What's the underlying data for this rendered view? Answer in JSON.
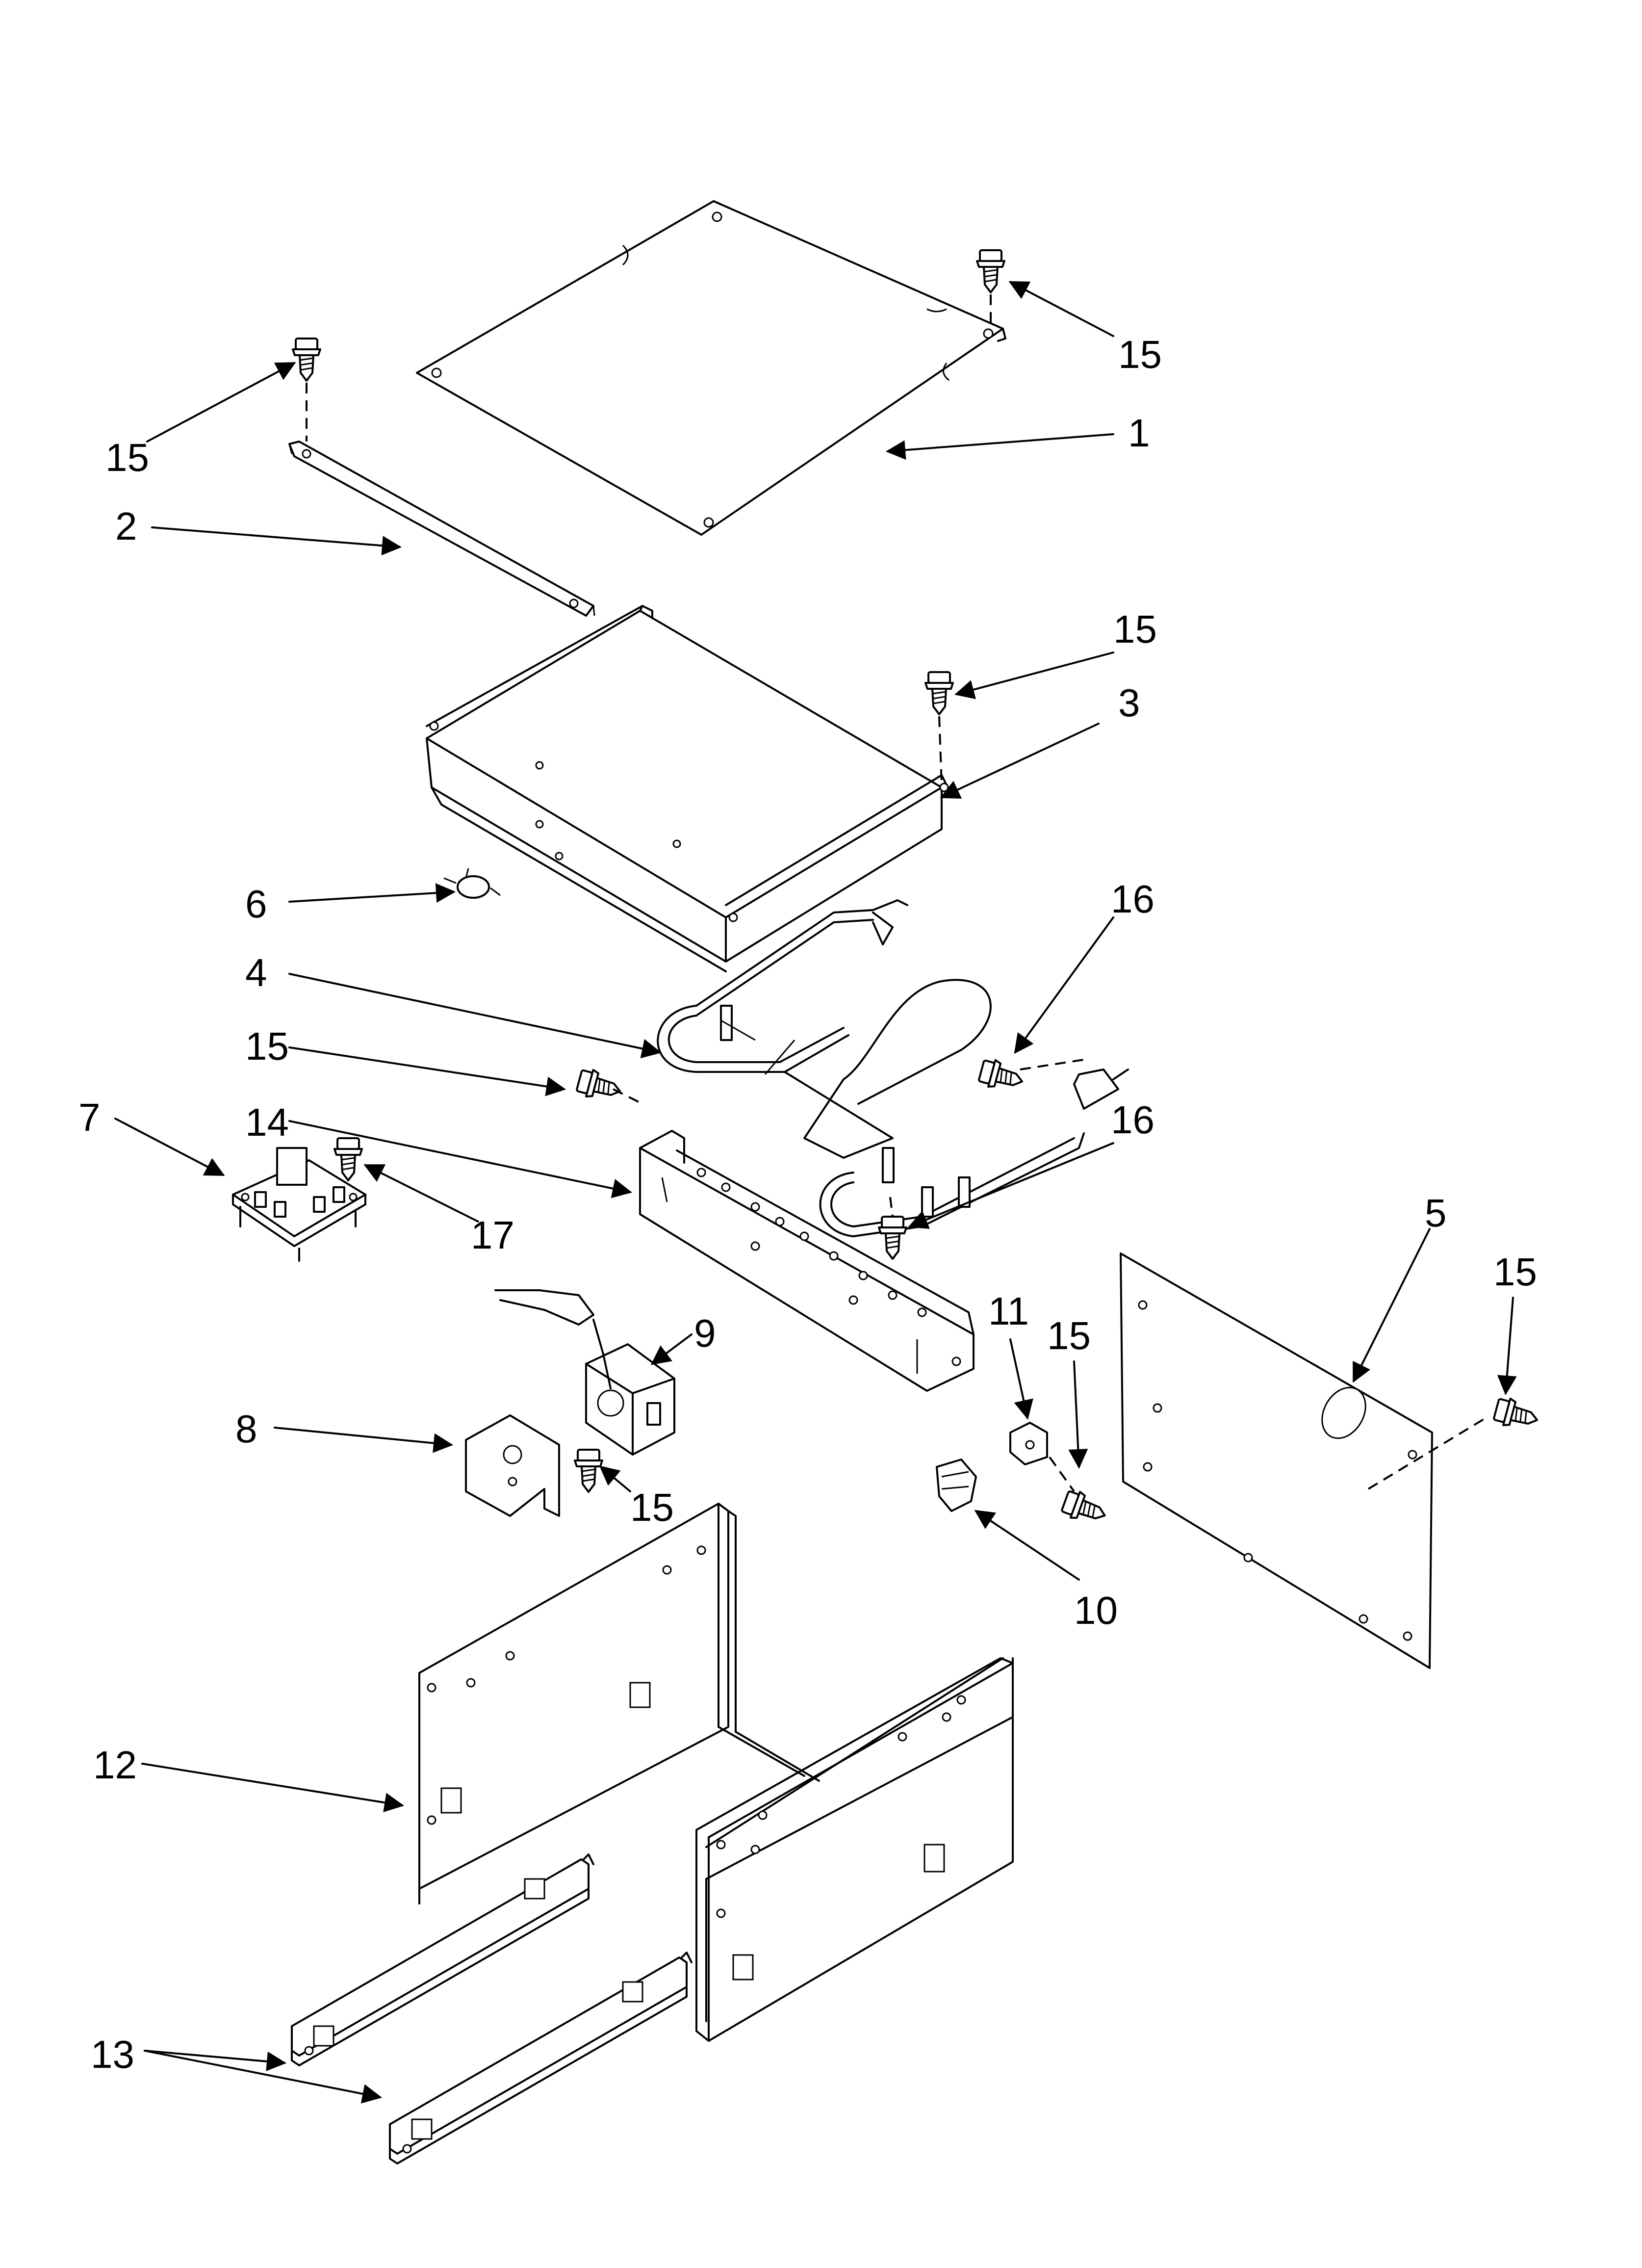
{
  "callouts": {
    "c1": "1",
    "c2": "2",
    "c3": "3",
    "c4": "4",
    "c5": "5",
    "c6": "6",
    "c7": "7",
    "c8": "8",
    "c9": "9",
    "c10": "10",
    "c11": "11",
    "c12": "12",
    "c13": "13",
    "c14": "14",
    "c15a": "15",
    "c15b": "15",
    "c15c": "15",
    "c15d": "15",
    "c15e": "15",
    "c15f": "15",
    "c15g": "15",
    "c16a": "16",
    "c16b": "16",
    "c17": "17"
  },
  "icons": [
    "screw-icon",
    "arrow-icon"
  ],
  "colors": {
    "ink": "#000000",
    "paper": "#ffffff"
  }
}
